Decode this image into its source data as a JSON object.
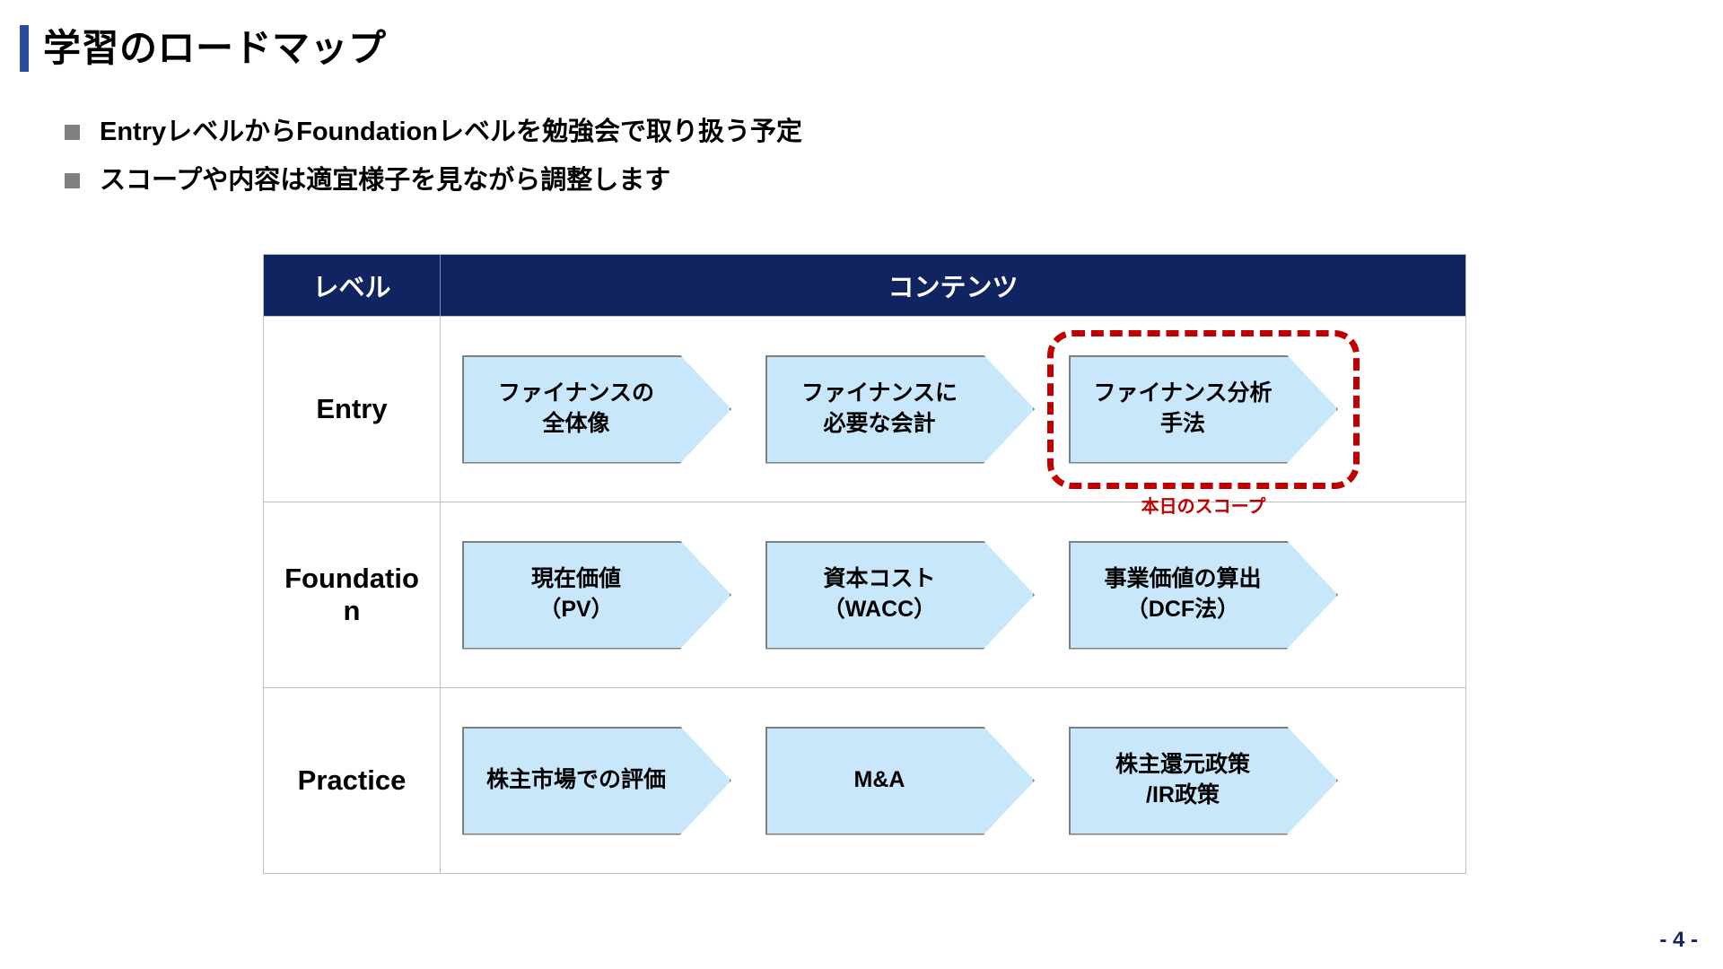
{
  "slide": {
    "title": "学習のロードマップ",
    "accent_color": "#2e4a9e",
    "header_color": "#0f2461",
    "chevron_fill": "#c9e7fa",
    "chevron_border": "#7f7f7f",
    "highlight_color": "#c00000",
    "page_number": "- 4 -"
  },
  "bullets": [
    {
      "marker": "square-bullet",
      "text": "EntryレベルからFoundationレベルを勉強会で取り扱う予定"
    },
    {
      "marker": "square-bullet",
      "text": "スコープや内容は適宜様子を見ながら調整します"
    }
  ],
  "table": {
    "headers": [
      "レベル",
      "コンテンツ"
    ],
    "rows": [
      {
        "level": "Entry",
        "items": [
          {
            "text": "ファイナンスの\n全体像",
            "highlighted": false
          },
          {
            "text": "ファイナンスに\n必要な会計",
            "highlighted": false
          },
          {
            "text": "ファイナンス分析\n手法",
            "highlighted": true,
            "caption": "本日のスコープ"
          }
        ]
      },
      {
        "level": "Foundation",
        "items": [
          {
            "text": "現在価値\n（PV）",
            "highlighted": false
          },
          {
            "text": "資本コスト\n（WACC）",
            "highlighted": false
          },
          {
            "text": "事業価値の算出\n（DCF法）",
            "highlighted": false
          }
        ]
      },
      {
        "level": "Practice",
        "items": [
          {
            "text": "株主市場での評価",
            "highlighted": false
          },
          {
            "text": "M&A",
            "highlighted": false
          },
          {
            "text": "株主還元政策\n/IR政策",
            "highlighted": false
          }
        ]
      }
    ]
  }
}
